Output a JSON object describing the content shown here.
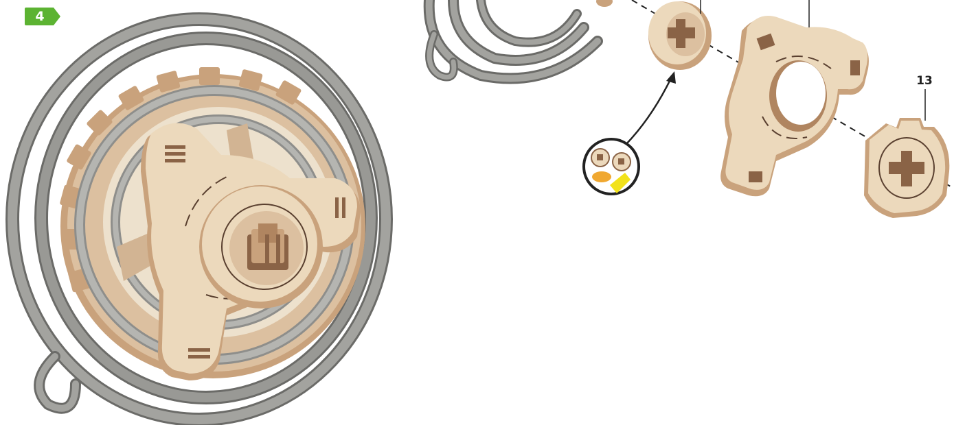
{
  "step": {
    "number": "4",
    "badge_color": "#5cb332"
  },
  "callouts": {
    "part_13": "13"
  },
  "colors": {
    "spring": "#8e8e8b",
    "spring_edge": "#6b6b68",
    "wood_face": "#ecd9bc",
    "wood_edge": "#c9a27c",
    "wood_dark": "#8a6346",
    "glue": "#f2e21a"
  },
  "illustration": {
    "assembled_view": "spring-gear-hub-assembly",
    "exploded_view": [
      "spring-coil",
      "small-square-hole-disc",
      "three-arm-hub",
      "notched-ring-part-13"
    ],
    "detail_bubble": "glue-application-icon"
  }
}
